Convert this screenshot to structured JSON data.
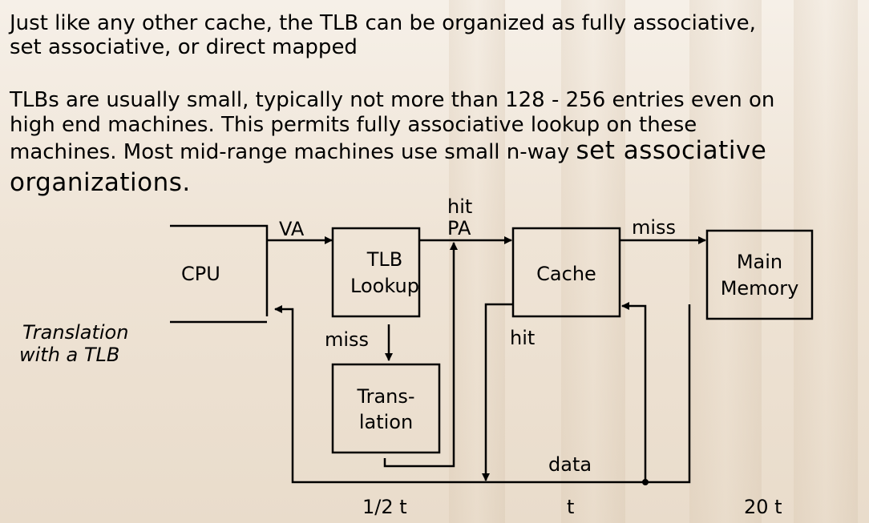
{
  "paragraph1": {
    "line1": "Just like any other cache, the TLB can be organized as fully associative,",
    "line2": "set associative, or direct mapped"
  },
  "paragraph2": {
    "line1": "TLBs are usually small, typically not more than 128 - 256 entries even on",
    "line2": "high end machines.  This permits fully associative lookup on these",
    "line3_a": "machines.  Most mid-range machines use small n-way ",
    "line3_b": "set associative",
    "line4": "organizations."
  },
  "diagram": {
    "caption_line1": "Translation",
    "caption_line2": "with a TLB",
    "cpu": "CPU",
    "va": "VA",
    "tlb_line1": "TLB",
    "tlb_line2": "Lookup",
    "hit_top": "hit",
    "pa": "PA",
    "miss_tlb": "miss",
    "cache": "Cache",
    "miss_cache": "miss",
    "main_line1": "Main",
    "main_line2": "Memory",
    "trans_line1": "Trans-",
    "trans_line2": "lation",
    "hit_cache": "hit",
    "data": "data",
    "time_tlb": "1/2 t",
    "time_cache": "t",
    "time_mem": "20 t"
  }
}
